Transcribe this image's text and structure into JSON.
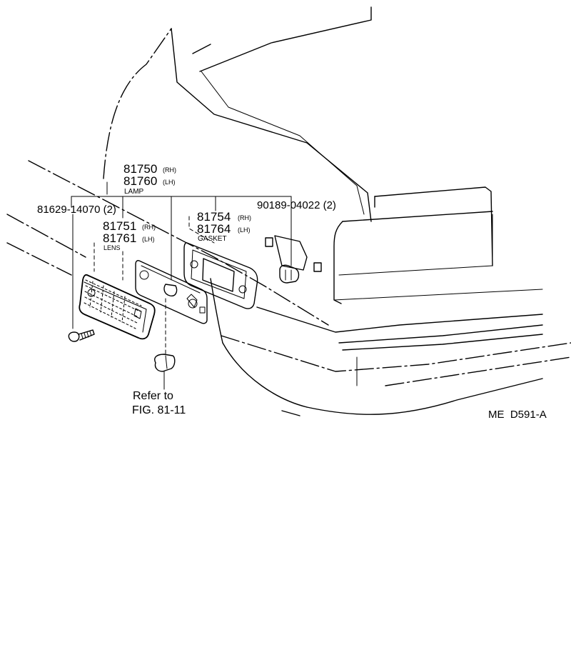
{
  "lamp": {
    "num_rh": "81750",
    "suffix_rh": "(RH)",
    "num_lh": "81760",
    "suffix_lh": "(LH)",
    "name": "LAMP"
  },
  "screw": {
    "part": "81629-14070 (2)"
  },
  "lens": {
    "num_rh": "81751",
    "suffix_rh": "(RH)",
    "num_lh": "81761",
    "suffix_lh": "(LH)",
    "name": "LENS"
  },
  "gasket": {
    "num_rh": "81754",
    "suffix_rh": "(RH)",
    "num_lh": "81764",
    "suffix_lh": "(LH)",
    "name": "GASKET"
  },
  "clip": {
    "part": "90189-04022 (2)"
  },
  "bulb_ref": {
    "line1": "Refer to",
    "line2": "FIG. 81-11"
  },
  "figure_code": "ME  D591-A"
}
